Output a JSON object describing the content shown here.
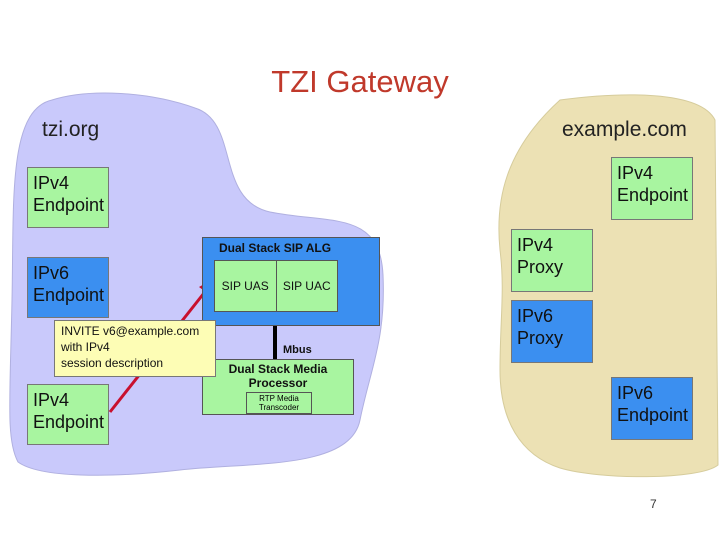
{
  "title": "TZI Gateway",
  "regions": {
    "left": "tzi.org",
    "right": "example.com"
  },
  "left_endpoints": [
    {
      "line1": "IPv4",
      "line2": "Endpoint"
    },
    {
      "line1": "IPv6",
      "line2": "Endpoint"
    },
    {
      "line1": "IPv4",
      "line2": "Endpoint"
    }
  ],
  "gateway": {
    "alg_title": "Dual Stack SIP ALG",
    "uas": "SIP UAS",
    "uac": "SIP UAC",
    "bus": "Mbus",
    "media_title_1": "Dual Stack Media",
    "media_title_2": "Processor",
    "rtp_1": "RTP Media",
    "rtp_2": "Transcoder"
  },
  "invite_note": {
    "line1": "INVITE v6@example.com",
    "line2": "with IPv4",
    "line3": "session description"
  },
  "proxies": [
    {
      "line1": "IPv4",
      "line2": "Proxy"
    },
    {
      "line1": "IPv6",
      "line2": "Proxy"
    }
  ],
  "right_endpoints": [
    {
      "line1": "IPv4",
      "line2": "Endpoint"
    },
    {
      "line1": "IPv6",
      "line2": "Endpoint"
    }
  ],
  "page_number": "7",
  "colors": {
    "title": "#c0392b",
    "left_region": "#c9c9fb",
    "right_region": "#ece1b4",
    "green_box": "#a8f5a0",
    "blue_box": "#3b8ff0",
    "note": "#fdfdb5",
    "arrow": "#c8102e"
  }
}
